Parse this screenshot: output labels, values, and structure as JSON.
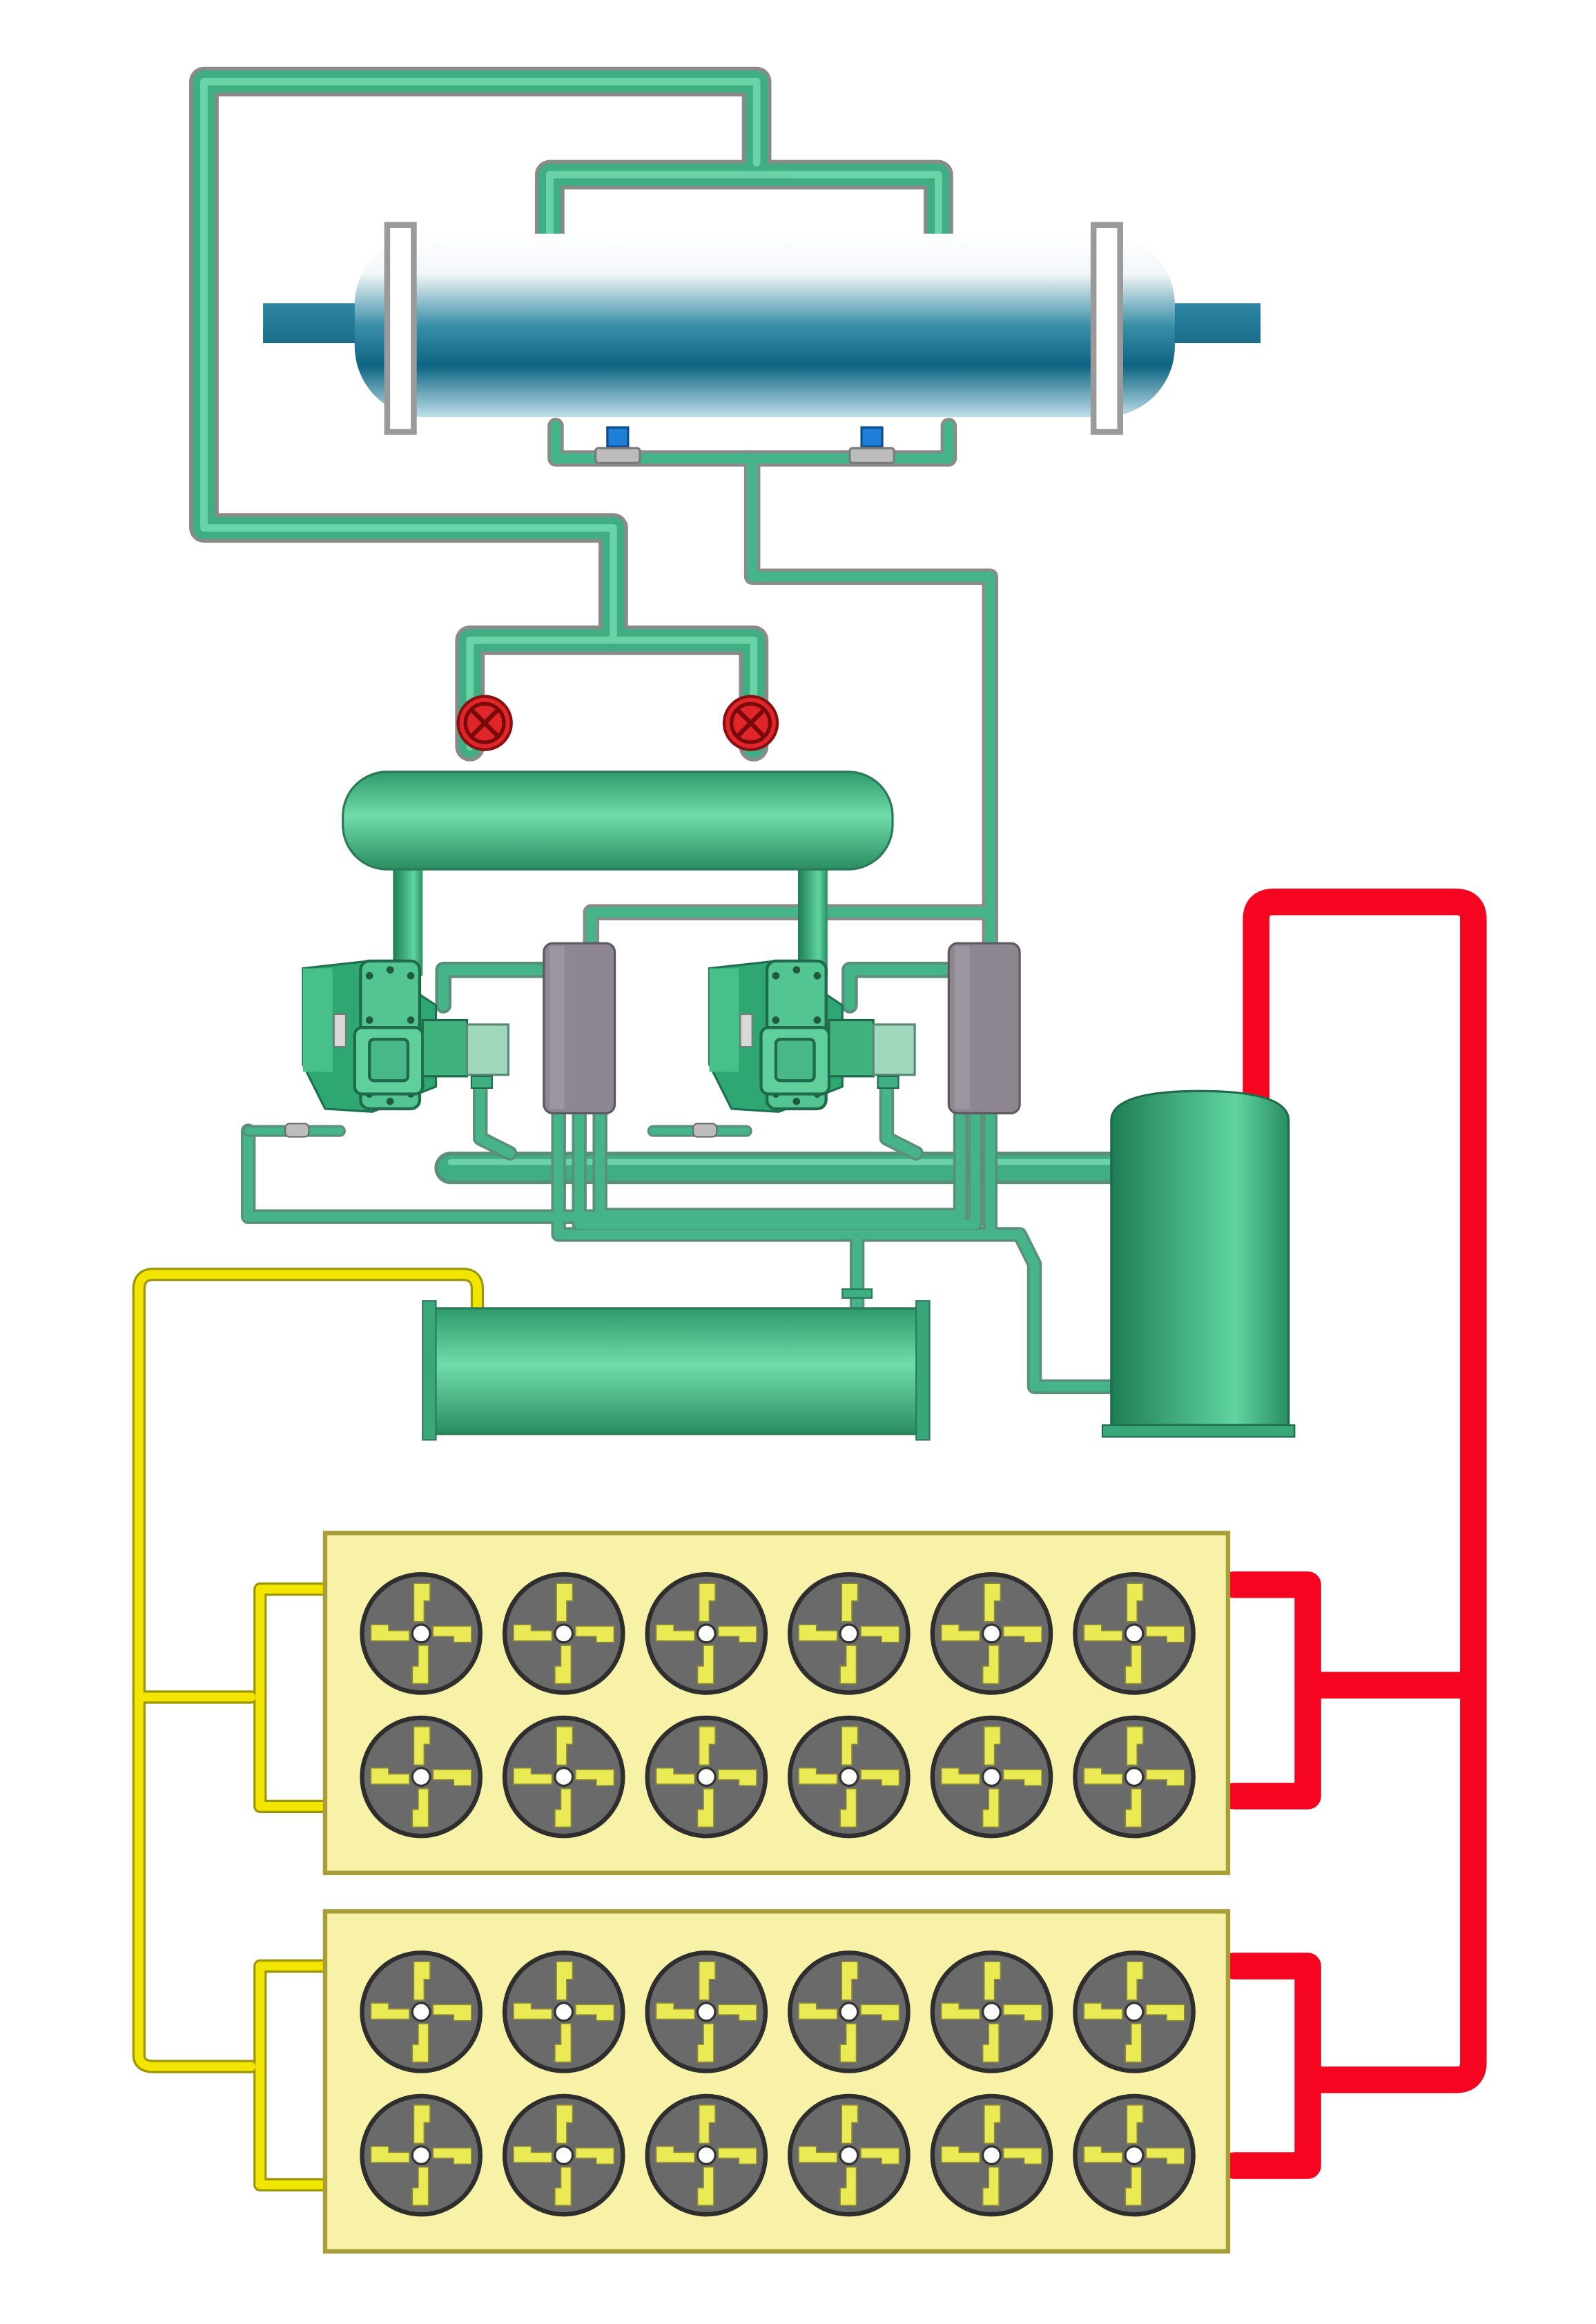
{
  "colors": {
    "green_pipe": "#3fae83",
    "green_pipe_light": "#6ed9aa",
    "green_vessel": "#2e9e6f",
    "green_vessel_light": "#5fd4a1",
    "pipe_outline": "#8a8a8a",
    "red_pipe": "#f5051f",
    "yellow_pipe": "#f2e600",
    "panel_fill": "#f7f2a8",
    "panel_border": "#a89e3a",
    "fan_ring": "#6a6a6a",
    "fan_blade": "#eaea55",
    "valve_red": "#e0262a",
    "oil_separator_gray": "#8e8791",
    "shell_dark": "#0e6a86",
    "sensor_blue": "#1e7fd9"
  },
  "components": {
    "shell_and_tube_heat_exchanger": {
      "icon": "shell-and-tube-exchanger"
    },
    "expansion_valves": {
      "icon": "valve-handwheel-icon",
      "count": 2
    },
    "suction_header": {
      "icon": "horizontal-vessel"
    },
    "compressors": {
      "icon": "screw-compressor-icon",
      "count": 2
    },
    "oil_separators": {
      "icon": "oil-separator-icon",
      "count": 2
    },
    "oil_tank": {
      "icon": "horizontal-vessel"
    },
    "vertical_receiver": {
      "icon": "vertical-vessel"
    },
    "condenser_units": {
      "count": 2,
      "fan_rows": 2,
      "fans_per_row": 6,
      "fan_icon": "axial-fan-icon"
    }
  }
}
